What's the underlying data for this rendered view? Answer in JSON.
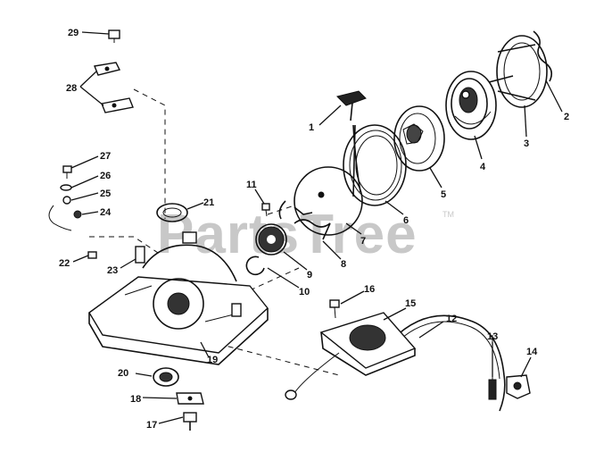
{
  "watermark": {
    "brand": "PartsTree",
    "mark": "TM"
  },
  "parts": {
    "p1": "1",
    "p2": "2",
    "p3": "3",
    "p4": "4",
    "p5": "5",
    "p6": "6",
    "p7": "7",
    "p8": "8",
    "p9": "9",
    "p10": "10",
    "p11": "11",
    "p12": "12",
    "p13": "13",
    "p14": "14",
    "p15": "15",
    "p16": "16",
    "p17": "17",
    "p18": "18",
    "p19": "19",
    "p20": "20",
    "p21": "21",
    "p22": "22",
    "p23": "23",
    "p24": "24",
    "p25": "25",
    "p26": "26",
    "p27": "27",
    "p28": "28",
    "p29": "29"
  }
}
